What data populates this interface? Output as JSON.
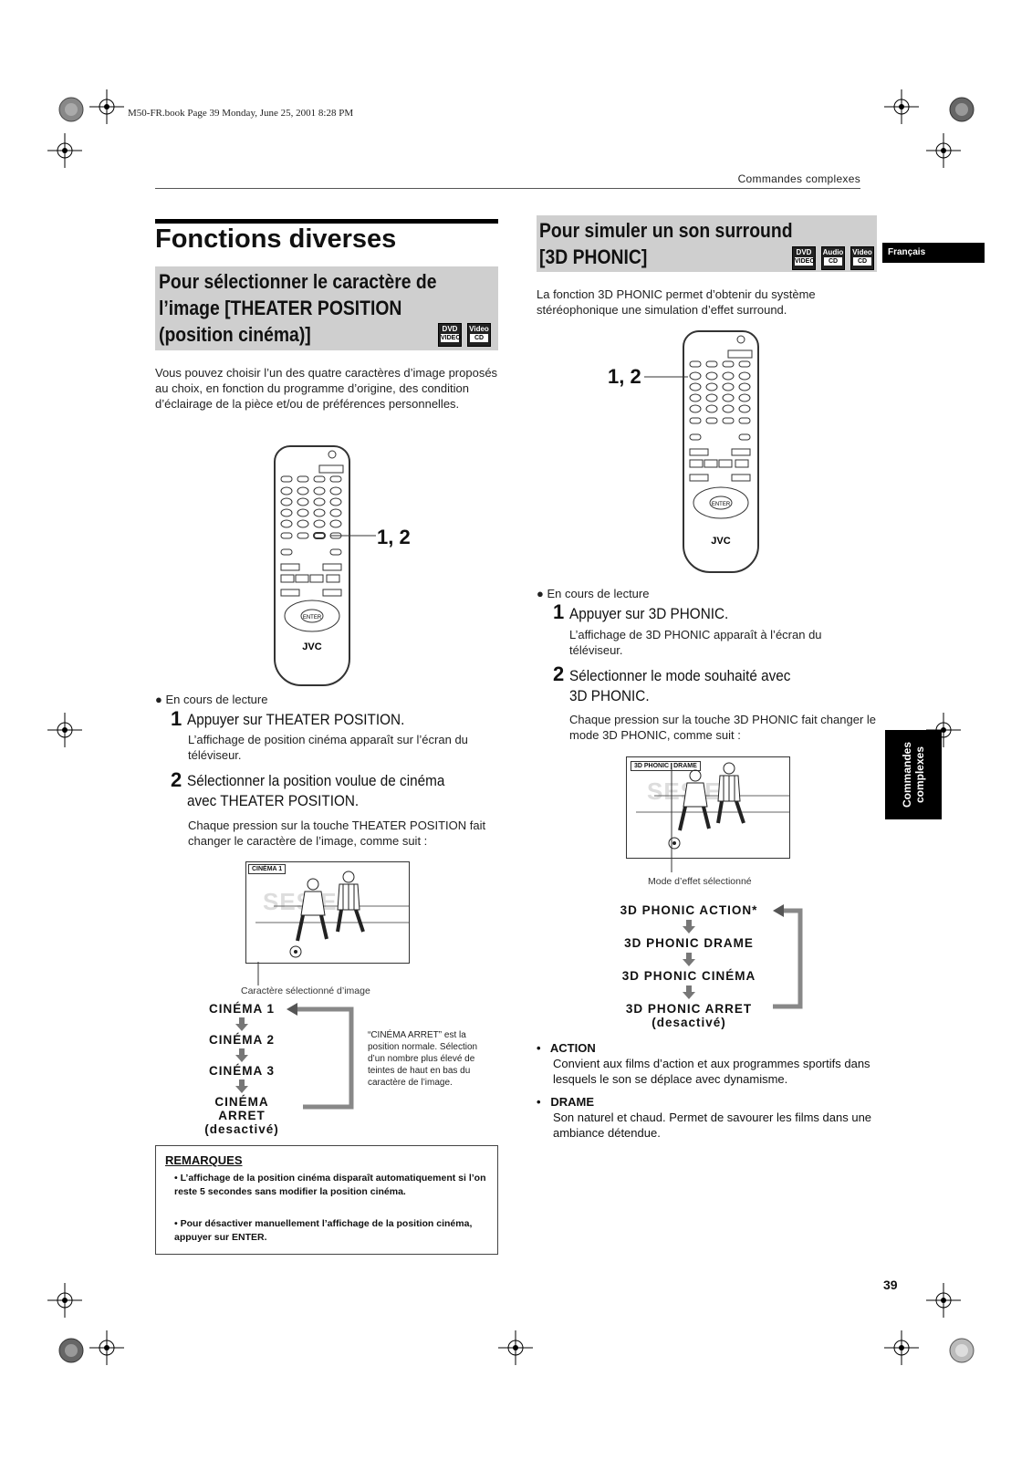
{
  "book_line": "M50-FR.book  Page 39  Monday, June 25, 2001  8:28 PM",
  "running_head": "Commandes complexes",
  "side_tab_language": "Français",
  "side_tab_section": [
    "Commandes",
    "complexes"
  ],
  "page_number": "39",
  "left": {
    "page_title": "Fonctions diverses",
    "section_title": [
      "Pour sélectionner le caractère de",
      "l’image [THEATER POSITION",
      "(position cinéma)]"
    ],
    "intro": "Vous pouvez choisir l’un des quatre caractères d’image proposés au choix, en fonction du programme d’origine, des condition d’éclairage de la pièce et/ou de préférences personnelles.",
    "callout": "1, 2",
    "condition": "En cours de lecture",
    "step1_num": "1",
    "step1": "Appuyer sur THEATER POSITION.",
    "step1_text": "L’affichage de position cinéma apparaît sur l’écran du téléviseur.",
    "step2_num": "2",
    "step2_lines": [
      "Sélectionner la position voulue de cinéma",
      "avec THEATER POSITION."
    ],
    "step2_text": "Chaque pression sur la touche THEATER POSITION fait changer le caractère de l’image, comme suit :",
    "osd_label": "CINÉMA 1",
    "screen_caption": "Caractère sélectionné d’image",
    "chain": [
      "CINÉMA 1",
      "CINÉMA 2",
      "CINÉMA 3",
      "CINÉMA ARRET"
    ],
    "chain_last_sub": "(desactivé)",
    "chain_note": "“CINÉMA ARRET” est la position normale. Sélection d’un nombre plus élevé de teintes de haut en bas du caractère de l’image.",
    "remarks_title": "REMARQUES",
    "remarks": [
      "L’affichage de la position cinéma disparaît automatiquement si l’on reste 5 secondes sans modifier la position cinéma.",
      "Pour désactiver manuellement l’affichage de la position cinéma, appuyer sur ENTER."
    ]
  },
  "right": {
    "section_title": [
      "Pour simuler un son surround",
      "[3D PHONIC]"
    ],
    "intro": "La fonction 3D PHONIC permet d’obtenir du système stéréophonique une simulation d’effet surround.",
    "callout": "1, 2",
    "condition": "En cours de lecture",
    "step1_num": "1",
    "step1": "Appuyer sur 3D PHONIC.",
    "step1_text": "L’affichage de 3D PHONIC apparaît à l’écran du téléviseur.",
    "step2_num": "2",
    "step2_lines": [
      "Sélectionner le mode souhaité avec",
      "3D PHONIC."
    ],
    "step2_text": "Chaque pression sur la touche 3D PHONIC fait changer le mode 3D PHONIC, comme suit :",
    "osd_label_a": "3D PHONIC",
    "osd_label_b": "DRAME",
    "screen_caption": "Mode d’effet sélectionné",
    "chain": [
      "3D PHONIC ACTION*",
      "3D PHONIC DRAME",
      "3D PHONIC CINÉMA",
      "3D PHONIC ARRET"
    ],
    "chain_last_sub": "(desactivé)",
    "modes": [
      {
        "name": "ACTION",
        "text": "Convient aux films d’action et aux programmes sportifs dans lesquels le son se déplace avec dynamisme."
      },
      {
        "name": "DRAME",
        "text": "Son naturel et chaud. Permet de savourer les films dans une ambiance détendue."
      }
    ]
  },
  "logos": {
    "dvd_top": "DVD",
    "dvd_bottom": "VIDEO",
    "video_top": "Video",
    "video_bottom": "CD",
    "audio_top": "Audio",
    "audio_bottom": "CD"
  },
  "remote": {
    "brand": "JVC",
    "enter": "ENTER"
  },
  "screen_watermark": "SES   E"
}
